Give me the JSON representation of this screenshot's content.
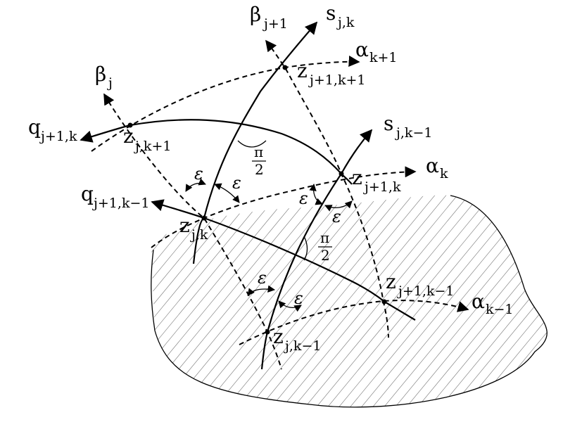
{
  "labels": {
    "beta_j1": {
      "base": "β",
      "sub": "j+1"
    },
    "s_jk": {
      "base": "s",
      "sub": "j,k"
    },
    "alpha_k1": {
      "base": "α",
      "sub": "k+1"
    },
    "beta_j": {
      "base": "β",
      "sub": "j"
    },
    "z_j1k1": {
      "base": "z",
      "sub": "j+1,k+1"
    },
    "q_j1k": {
      "base": "q",
      "sub": "j+1,k"
    },
    "z_jk1": {
      "base": "z",
      "sub": "j,k+1"
    },
    "s_jkm1": {
      "base": "s",
      "sub": "j,k−1"
    },
    "alpha_k": {
      "base": "α",
      "sub": "k"
    },
    "z_j1k": {
      "base": "z",
      "sub": "j+1,k"
    },
    "q_j1km1": {
      "base": "q",
      "sub": "j+1,k−1"
    },
    "z_jk": {
      "base": "z",
      "sub": "j,k"
    },
    "z_j1km1": {
      "base": "z",
      "sub": "j+1,k−1"
    },
    "alpha_km1": {
      "base": "α",
      "sub": "k−1"
    },
    "z_jkm1": {
      "base": "z",
      "sub": "j,k−1"
    }
  },
  "angles": {
    "epsilon": "ε",
    "right_angle_num": "π",
    "right_angle_den": "2"
  }
}
